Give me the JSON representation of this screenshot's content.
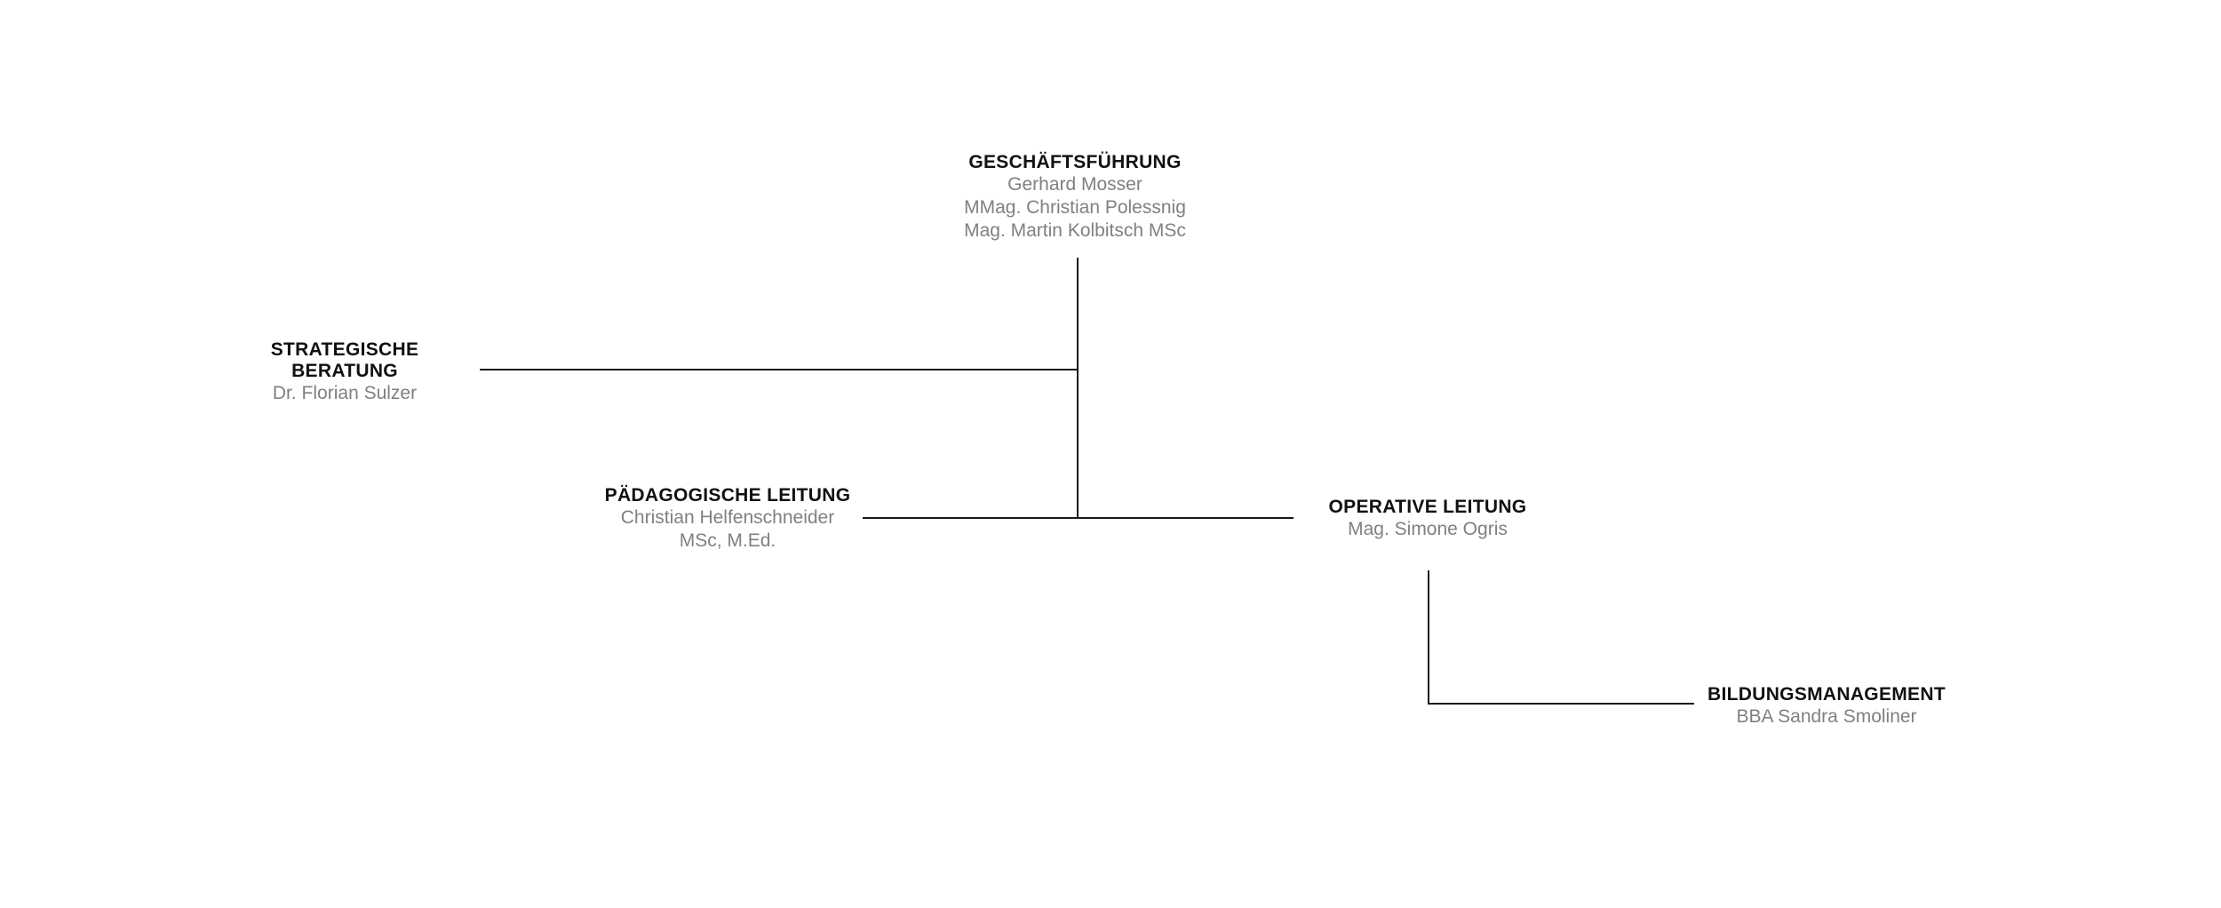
{
  "org_chart": {
    "nodes": {
      "management": {
        "title": "GESCHÄFTSFÜHRUNG",
        "people": [
          "Gerhard Mosser",
          "MMag. Christian Polessnig",
          "Mag. Martin Kolbitsch MSc"
        ]
      },
      "strategic": {
        "title_lines": [
          "STRATEGISCHE",
          "BERATUNG"
        ],
        "people": [
          "Dr. Florian Sulzer"
        ]
      },
      "pedagogic": {
        "title": "PÄDAGOGISCHE LEITUNG",
        "people": [
          "Christian Helfenschneider",
          "MSc, M.Ed."
        ]
      },
      "operative": {
        "title": "OPERATIVE LEITUNG",
        "people": [
          "Mag. Simone Ogris"
        ]
      },
      "education": {
        "title": "BILDUNGSMANAGEMENT",
        "people": [
          "BBA Sandra Smoliner"
        ]
      }
    },
    "connections": [
      {
        "from": "management",
        "to": "strategic"
      },
      {
        "from": "management",
        "to": "pedagogic"
      },
      {
        "from": "management",
        "to": "operative"
      },
      {
        "from": "operative",
        "to": "education"
      }
    ],
    "colors": {
      "title": "#111111",
      "person": "#808080",
      "line": "#1a1a1a",
      "background": "#ffffff"
    }
  }
}
